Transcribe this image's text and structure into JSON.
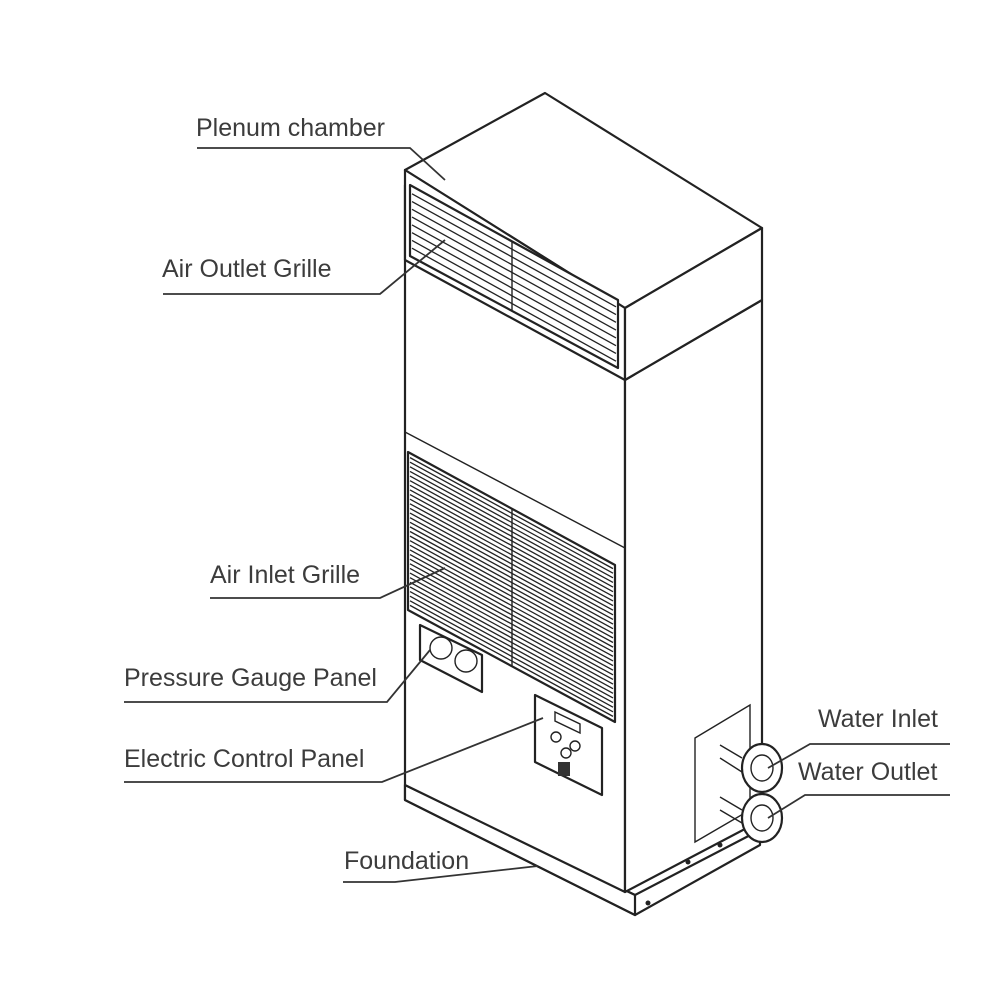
{
  "labels": {
    "plenum_chamber": "Plenum chamber",
    "air_outlet_grille": "Air Outlet Grille",
    "air_inlet_grille": "Air Inlet Grille",
    "pressure_gauge_panel": "Pressure Gauge Panel",
    "electric_control_panel": "Electric Control Panel",
    "foundation": "Foundation",
    "water_inlet": "Water Inlet",
    "water_outlet": "Water Outlet"
  },
  "colors": {
    "line": "#222222",
    "text": "#3c3c3c",
    "background": "#ffffff"
  }
}
